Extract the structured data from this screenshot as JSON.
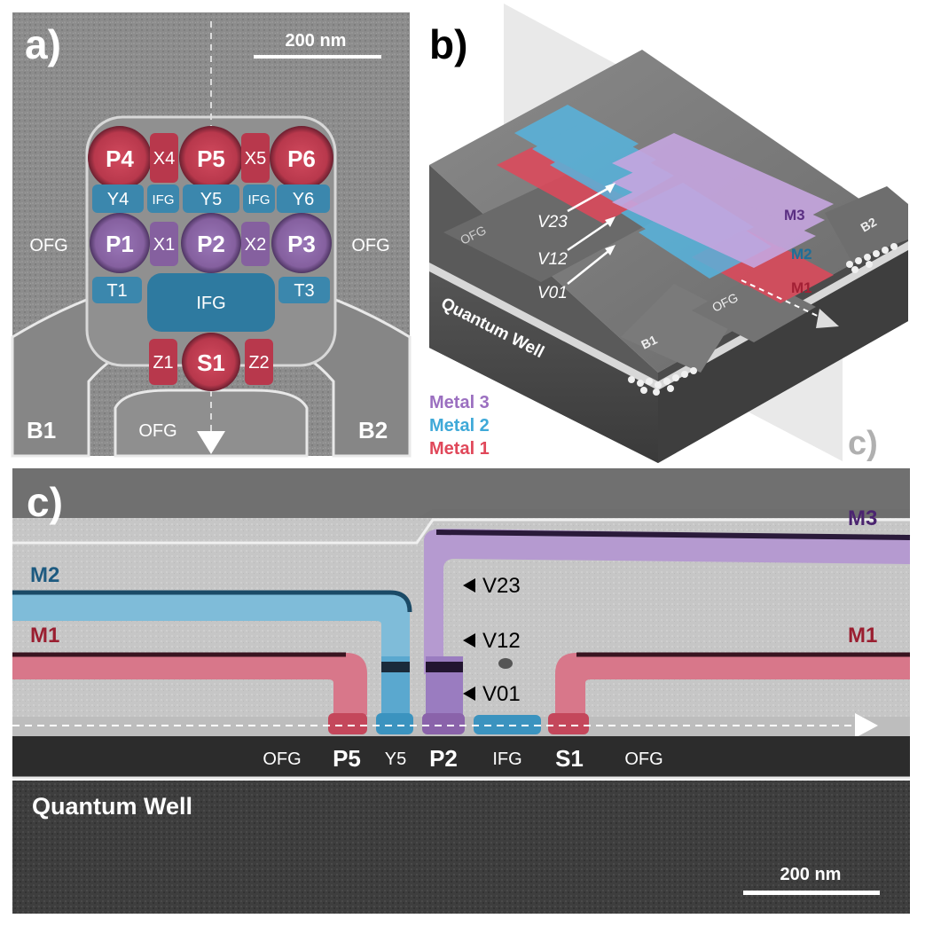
{
  "panel_a": {
    "letter": "a)",
    "scale_bar": "200 nm",
    "plungers": [
      "P4",
      "P5",
      "P6",
      "P1",
      "P2",
      "P3",
      "S1"
    ],
    "barriers_x": [
      "X4",
      "X5",
      "X1",
      "X2"
    ],
    "barriers_y": [
      "Y4",
      "Y5",
      "Y6"
    ],
    "ifg_small": "IFG",
    "ifg_big": "IFG",
    "t_gates": [
      "T1",
      "T3"
    ],
    "z_gates": [
      "Z1",
      "Z2"
    ],
    "ofg_left": "OFG",
    "ofg_right": "OFG",
    "ofg_bottom": "OFG",
    "b1": "B1",
    "b2": "B2"
  },
  "panel_b": {
    "letter": "b)",
    "vias": [
      "V23",
      "V12",
      "V01"
    ],
    "metal_tags": [
      "M3",
      "M2",
      "M1"
    ],
    "ofg_a": "OFG",
    "ofg_b": "OFG",
    "b1": "B1",
    "b2": "B2",
    "quantum_well": "Quantum Well",
    "legend": [
      {
        "label": "Metal 3",
        "color": "#9b6fc0"
      },
      {
        "label": "Metal 2",
        "color": "#3fa9d8"
      },
      {
        "label": "Metal 1",
        "color": "#e0485a"
      }
    ],
    "cut_label": "c)"
  },
  "panel_c": {
    "letter": "c)",
    "m3": "M3",
    "m2": "M2",
    "m1_left": "M1",
    "m1_right": "M1",
    "vias": [
      "V23",
      "V12",
      "V01"
    ],
    "gates": [
      "OFG",
      "P5",
      "Y5",
      "P2",
      "IFG",
      "S1",
      "OFG"
    ],
    "quantum_well": "Quantum Well",
    "scale_bar": "200 nm"
  },
  "colors": {
    "metal1": "#c8384d",
    "metal2": "#3a96c4",
    "metal3": "#8a5fb0",
    "sem_gray": "#8a8a8a"
  }
}
